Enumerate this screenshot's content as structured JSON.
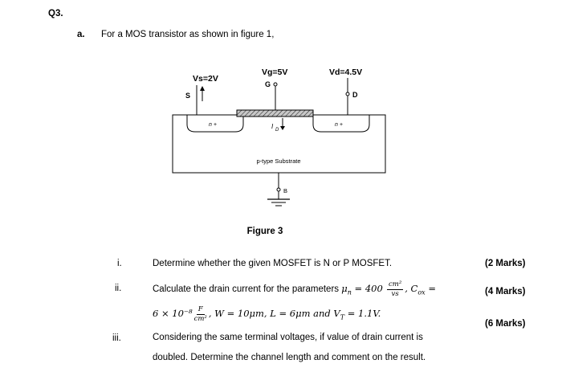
{
  "header": {
    "question_number": "Q3.",
    "part_label": "a.",
    "part_text": "For a MOS transistor as shown in figure 1,"
  },
  "figure": {
    "source_voltage": "Vs=2V",
    "gate_voltage": "Vg=5V",
    "drain_voltage": "Vd=4.5V",
    "source_terminal": "S",
    "gate_terminal": "G",
    "drain_terminal": "D",
    "body_terminal": "B",
    "n_plus_left": "n +",
    "n_plus_right": "n +",
    "drain_current_symbol": "I",
    "drain_current_subscript": "D",
    "substrate_label": "p-type Substrate",
    "caption": "Figure 3"
  },
  "questions": {
    "i": {
      "number": "i.",
      "text": "Determine whether the given MOSFET is N or P MOSFET.",
      "marks": "(2 Marks)"
    },
    "ii": {
      "number": "ii.",
      "lead_text": "Calculate the drain current for the parameters",
      "mu_symbol": "μ",
      "mu_subscript": "n",
      "mu_value": "= 400",
      "frac1_numerator": "cm²",
      "frac1_denominator": "vs",
      "cox_symbol": ", C",
      "cox_subscript": "ox",
      "cox_equals": "=",
      "marks_line1": "(4 Marks)",
      "line2_coefficient": "6 × 10⁻⁸",
      "frac2_numerator": "F",
      "frac2_denominator": "cm²",
      "line2_rest": ", W = 10μm,  L = 6μm  and V",
      "vt_subscript": "T",
      "vt_value": "= 1.1V.",
      "marks_line2": "(6 Marks)"
    },
    "iii": {
      "number": "iii.",
      "text_line1": "Considering the same terminal voltages, if value of drain current is",
      "text_line2": "doubled.  Determine the channel length and comment on the result."
    }
  }
}
